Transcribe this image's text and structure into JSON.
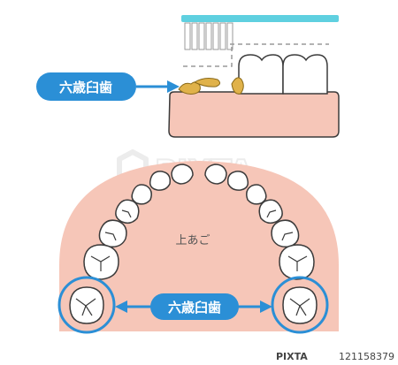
{
  "side_view": {
    "label": "六歳臼歯"
  },
  "arch_view": {
    "palate_label": "上あご",
    "molar_label": "六歳臼歯"
  },
  "watermark": {
    "logo_text": "PIXTA",
    "id_text": "121158379"
  },
  "colors": {
    "gum": "#f6c6b8",
    "gum_outline": "#3b3b3b",
    "tooth": "#ffffff",
    "accent_blue": "#2b8fd6",
    "brush_handle": "#5fd0e0",
    "plaque": "#e0b24a"
  }
}
